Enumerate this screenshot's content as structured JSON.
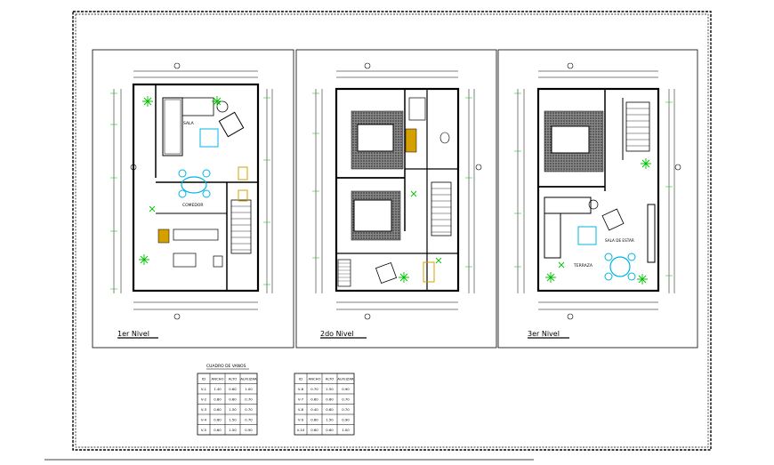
{
  "sheet": {
    "colors": {
      "line": "#000000",
      "dim": "#1a1a1a",
      "accent_green": "#00c000",
      "accent_cyan": "#00b4e6",
      "accent_yellow": "#d4a000",
      "accent_magenta": "#c000c0",
      "hatch": "#444444"
    }
  },
  "panels": [
    {
      "title": "1er Nivel",
      "rooms": [
        "SALA",
        "COMEDOR"
      ]
    },
    {
      "title": "2do Nivel",
      "rooms": []
    },
    {
      "title": "3er Nivel",
      "rooms": [
        "SALA DE ESTAR",
        "TERRAZA"
      ]
    }
  ],
  "schedule": {
    "title": "CUADRO DE VANOS",
    "headers": [
      "ID",
      "ANCHO",
      "ALTO",
      "ALFEIZAR"
    ],
    "table_left": [
      [
        "V-1",
        "1.40",
        "0.60",
        "1.00"
      ],
      [
        "V-2",
        "0.80",
        "0.60",
        "0.70"
      ],
      [
        "V-3",
        "0.60",
        "1.50",
        "0.70"
      ],
      [
        "V-4",
        "0.60",
        "1.50",
        "0.70"
      ],
      [
        "V-5",
        "0.60",
        "1.50",
        "0.90"
      ]
    ],
    "table_right": [
      [
        "V-6",
        "0.70",
        "1.50",
        "0.90"
      ],
      [
        "V-7",
        "0.60",
        "0.60",
        "0.70"
      ],
      [
        "V-8",
        "0.40",
        "0.60",
        "0.70"
      ],
      [
        "V-9",
        "0.60",
        "1.50",
        "0.90"
      ],
      [
        "V-10",
        "0.60",
        "0.60",
        "1.00"
      ]
    ]
  }
}
